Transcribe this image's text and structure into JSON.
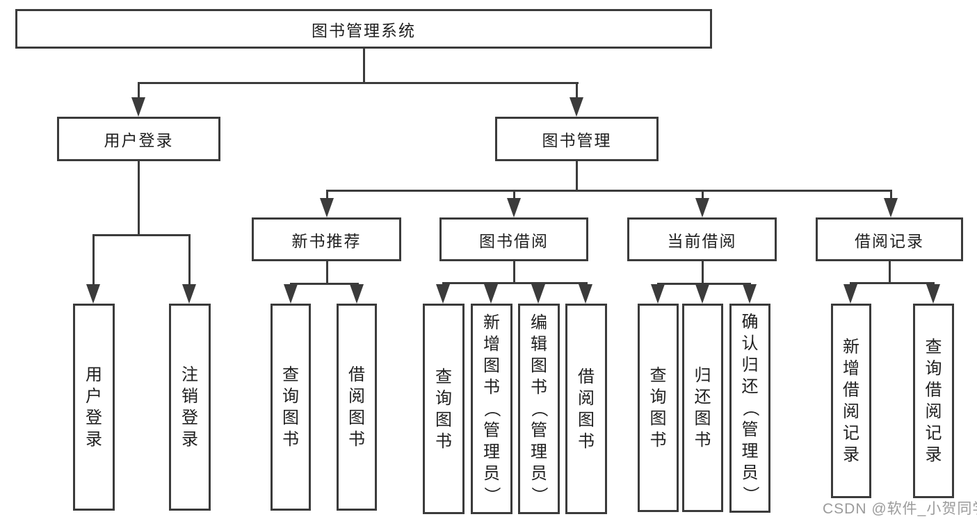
{
  "diagram_title": "图书管理系统",
  "colors": {
    "line": "#3b3b3b",
    "text": "#1f1f1f",
    "watermark": "#969696",
    "background": "#ffffff"
  },
  "watermark": {
    "text": "CSDN @软件_小贺同学"
  },
  "tree": {
    "label": "图书管理系统",
    "children": [
      {
        "label": "用户登录",
        "children": [
          {
            "label": "用户登录"
          },
          {
            "label": "注销登录"
          }
        ]
      },
      {
        "label": "图书管理",
        "children": [
          {
            "label": "新书推荐",
            "children": [
              {
                "label": "查询图书"
              },
              {
                "label": "借阅图书"
              }
            ]
          },
          {
            "label": "图书借阅",
            "children": [
              {
                "label": "查询图书"
              },
              {
                "label": "新增图书（管理员）"
              },
              {
                "label": "编辑图书（管理员）"
              },
              {
                "label": "借阅图书"
              }
            ]
          },
          {
            "label": "当前借阅",
            "children": [
              {
                "label": "查询图书"
              },
              {
                "label": "归还图书"
              },
              {
                "label": "确认归还（管理员）"
              }
            ]
          },
          {
            "label": "借阅记录",
            "children": [
              {
                "label": "新增借阅记录"
              },
              {
                "label": "查询借阅记录"
              }
            ]
          }
        ]
      }
    ]
  }
}
